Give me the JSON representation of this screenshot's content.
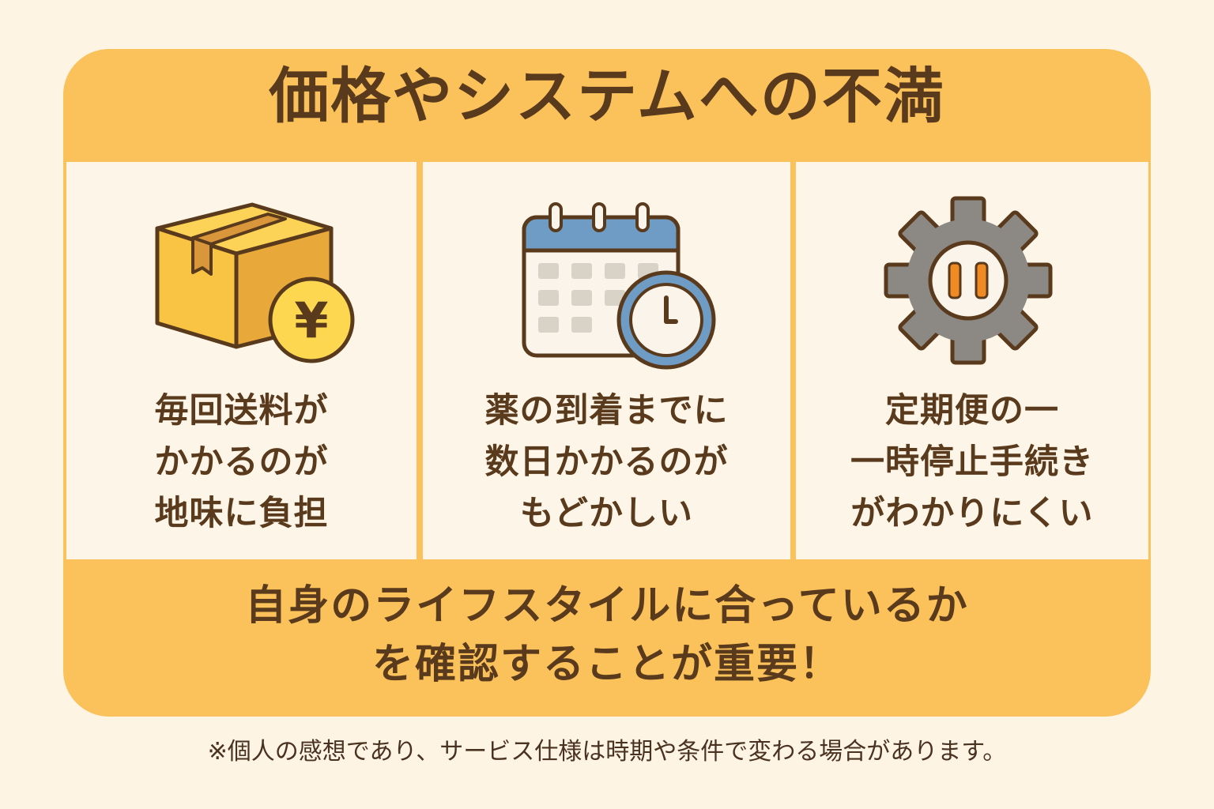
{
  "title": "価格やシステムへの不満",
  "panels": [
    {
      "icon": "box-with-yen-coin-icon",
      "lines": [
        "毎回送料が",
        "かかるのが",
        "地味に負担"
      ]
    },
    {
      "icon": "calendar-with-clock-icon",
      "lines": [
        "薬の到着までに",
        "数日かかるのが",
        "もどかしい"
      ]
    },
    {
      "icon": "gear-pause-icon",
      "lines": [
        "定期便の一",
        "一時停止手続き",
        "がわかりにくい"
      ]
    }
  ],
  "conclusion": {
    "line1": "自身のライフスタイルに合っているか",
    "line2": "を確認することが重要！"
  },
  "footnote": "※個人の感想であり、サービス仕様は時期や条件で変わる場合があります。",
  "yen_symbol": "¥",
  "colors": {
    "background": "#fdf4e4",
    "card": "#fbc15a",
    "panel": "#fdf5e7",
    "text": "#5a3a1c",
    "calendar_header": "#6f9cc4",
    "gear": "#8c8884",
    "pause_bars": "#f08a22"
  }
}
